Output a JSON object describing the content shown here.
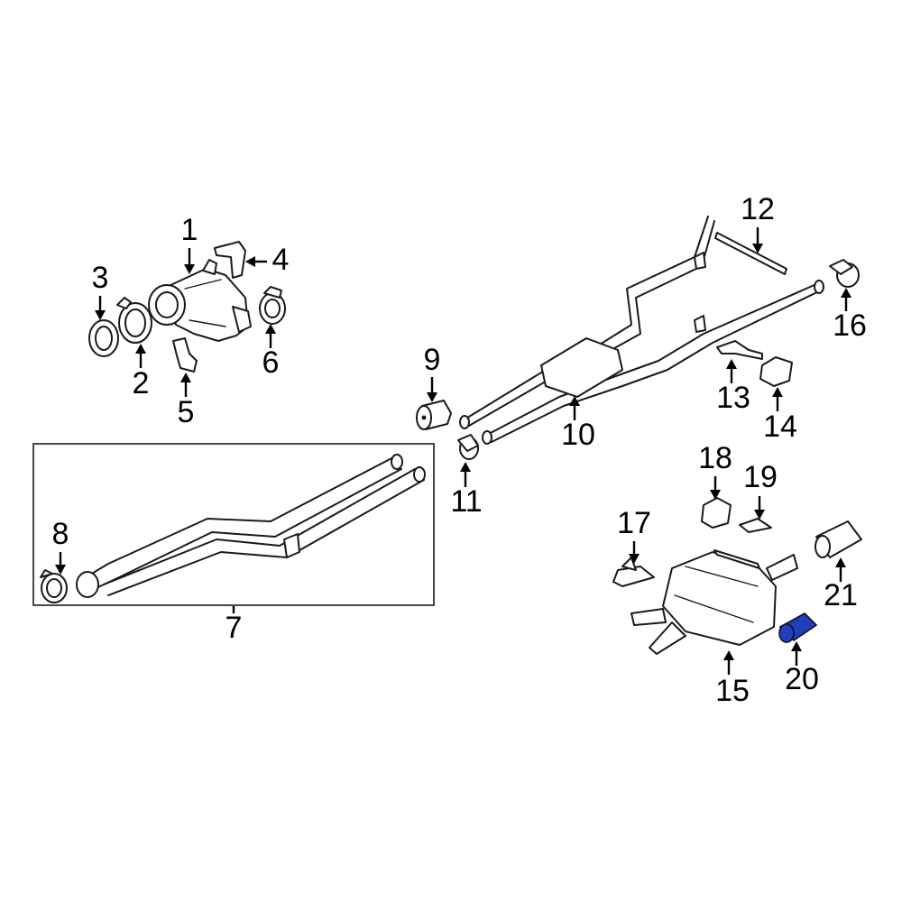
{
  "diagram": {
    "highlight_color": "#1f3fbf",
    "line_color": "#1a1a1a",
    "highlighted_part": "20",
    "callouts": [
      {
        "id": "1",
        "label": "1"
      },
      {
        "id": "2",
        "label": "2"
      },
      {
        "id": "3",
        "label": "3"
      },
      {
        "id": "4",
        "label": "4"
      },
      {
        "id": "5",
        "label": "5"
      },
      {
        "id": "6",
        "label": "6"
      },
      {
        "id": "7",
        "label": "7"
      },
      {
        "id": "8",
        "label": "8"
      },
      {
        "id": "9",
        "label": "9"
      },
      {
        "id": "10",
        "label": "10"
      },
      {
        "id": "11",
        "label": "11"
      },
      {
        "id": "12",
        "label": "12"
      },
      {
        "id": "13",
        "label": "13"
      },
      {
        "id": "14",
        "label": "14"
      },
      {
        "id": "15",
        "label": "15"
      },
      {
        "id": "16",
        "label": "16"
      },
      {
        "id": "17",
        "label": "17"
      },
      {
        "id": "18",
        "label": "18"
      },
      {
        "id": "19",
        "label": "19"
      },
      {
        "id": "20",
        "label": "20"
      },
      {
        "id": "21",
        "label": "21"
      }
    ]
  }
}
